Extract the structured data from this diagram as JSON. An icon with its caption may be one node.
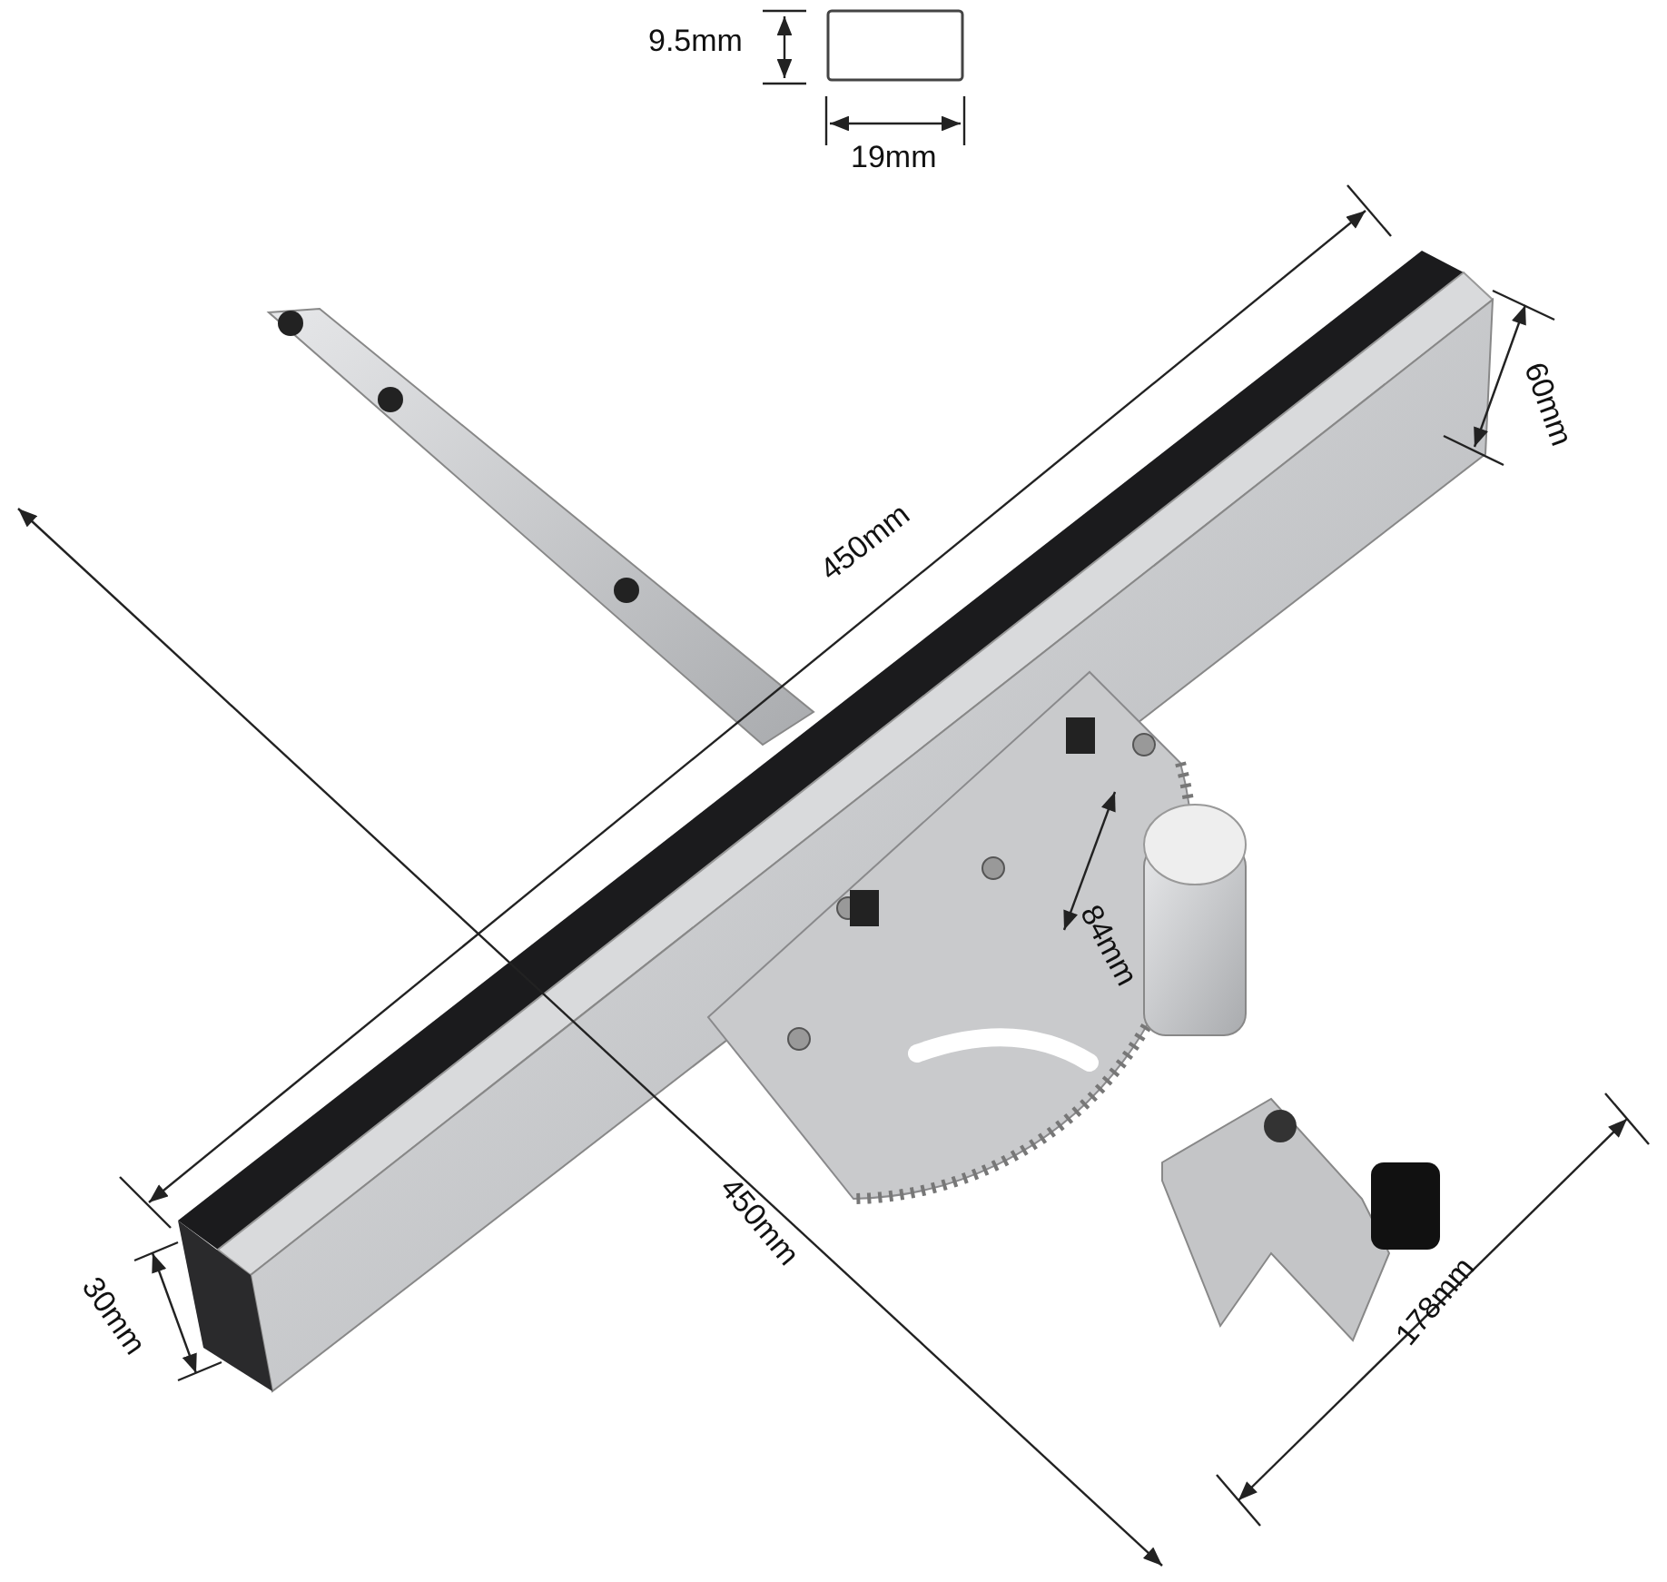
{
  "diagram": {
    "labels": [
      "9.5mm",
      "19mm",
      "450mm",
      "60mm",
      "84mm",
      "450mm",
      "30mm",
      "178mm"
    ]
  }
}
